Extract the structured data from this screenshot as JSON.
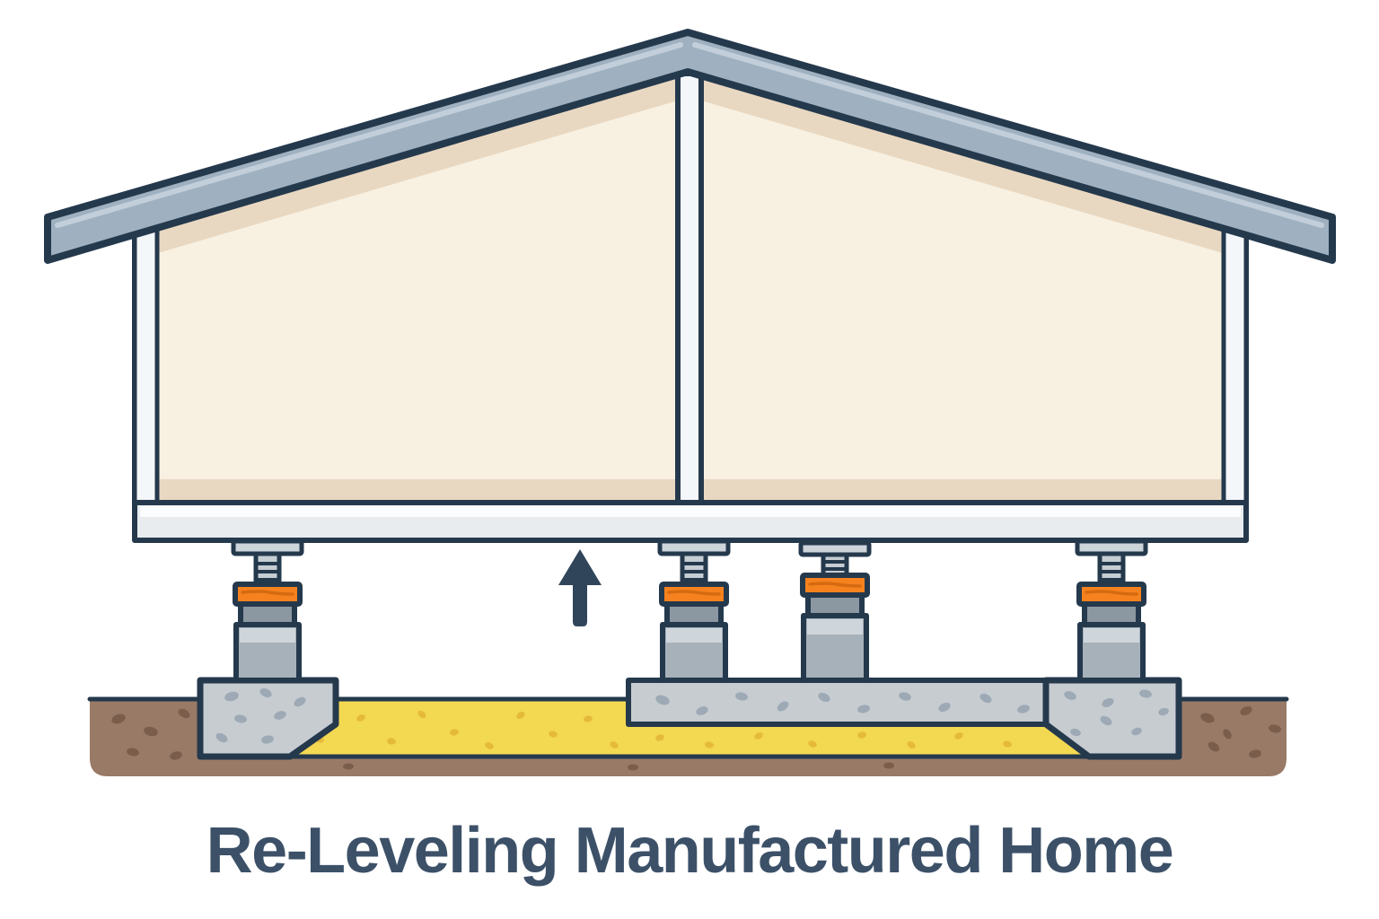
{
  "title": {
    "text": "Re-Leveling Manufactured Home"
  },
  "components": {
    "jack_stand_count": 4,
    "footing_count": 2,
    "lift_arrow_direction": "up"
  },
  "colors": {
    "background": "#ffffff",
    "ink": "#25394d",
    "roof": "#9fb1c0",
    "roof_highlight": "#c2cfda",
    "wall": "#f8f1e2",
    "wall_trim_band": "#e9d8c1",
    "trim": "#f4f7f9",
    "floor_band": "#e8ecef",
    "floor_band_highlight": "#fbfcfd",
    "plate": "#cdd4da",
    "rod": "#c6cdd3",
    "shim": "#f5821e",
    "shim_streak": "#d66a10",
    "block": "#8b97a1",
    "pier_top": "#cfd6db",
    "pier_body": "#a7b1ba",
    "concrete": "#c7ccd1",
    "concrete_speckle": "#9daab5",
    "sand": "#f3d852",
    "sand_speckle": "#e5ba3a",
    "soil": "#997a67",
    "soil_speckle": "#7b5d4b",
    "arrow": "#31455a",
    "title": "#3c5168"
  }
}
